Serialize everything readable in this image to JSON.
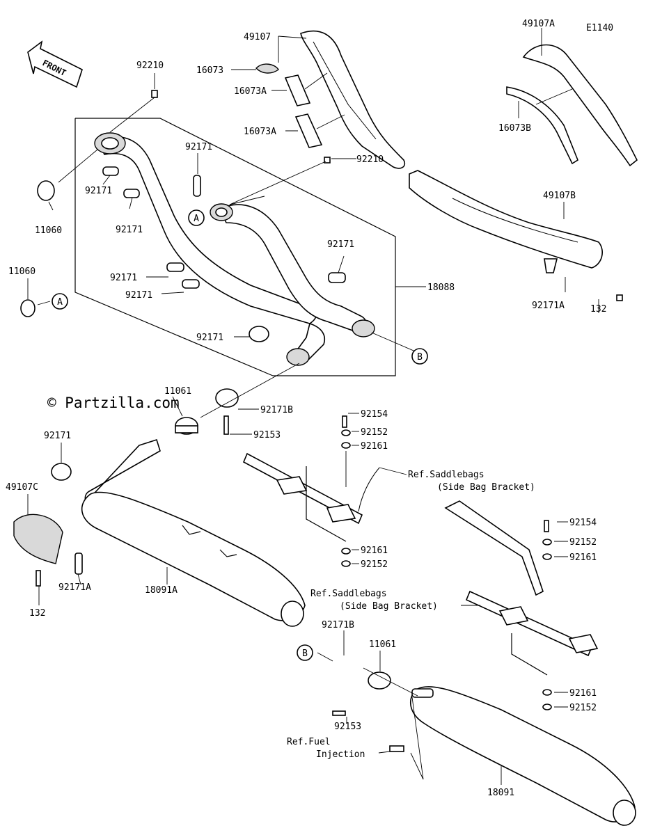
{
  "diagram": {
    "code": "E1140",
    "watermark": "© Partzilla.com",
    "front_label": "FRONT",
    "callouts": {
      "a": "A",
      "b": "B"
    },
    "labels": {
      "p92210_top": "92210",
      "p92210_mid": "92210",
      "p49107": "49107",
      "p49107A": "49107A",
      "p49107B": "49107B",
      "p49107C": "49107C",
      "p16073": "16073",
      "p16073A_1": "16073A",
      "p16073A_2": "16073A",
      "p16073B": "16073B",
      "p11060_1": "11060",
      "p11060_2": "11060",
      "p11061_1": "11061",
      "p11061_2": "11061",
      "p92171_a": "92171",
      "p92171_b": "92171",
      "p92171_c": "92171",
      "p92171_d": "92171",
      "p92171_e": "92171",
      "p92171_f": "92171",
      "p92171_g": "92171",
      "p92171_h": "92171",
      "p92171A_1": "92171A",
      "p92171A_2": "92171A",
      "p92171B_1": "92171B",
      "p92171B_2": "92171B",
      "p92153_1": "92153",
      "p92153_2": "92153",
      "p92154_1": "92154",
      "p92154_2": "92154",
      "p92152_1": "92152",
      "p92152_2": "92152",
      "p92152_3": "92152",
      "p92152_4": "92152",
      "p92161_1": "92161",
      "p92161_2": "92161",
      "p92161_3": "92161",
      "p92161_4": "92161",
      "p18088": "18088",
      "p18091A": "18091A",
      "p18091": "18091",
      "p132_1": "132",
      "p132_2": "132",
      "ref_saddle_1a": "Ref.Saddlebags",
      "ref_saddle_1b": "(Side Bag Bracket)",
      "ref_saddle_2a": "Ref.Saddlebags",
      "ref_saddle_2b": "(Side Bag Bracket)",
      "ref_fuel_a": "Ref.Fuel",
      "ref_fuel_b": "Injection"
    }
  }
}
